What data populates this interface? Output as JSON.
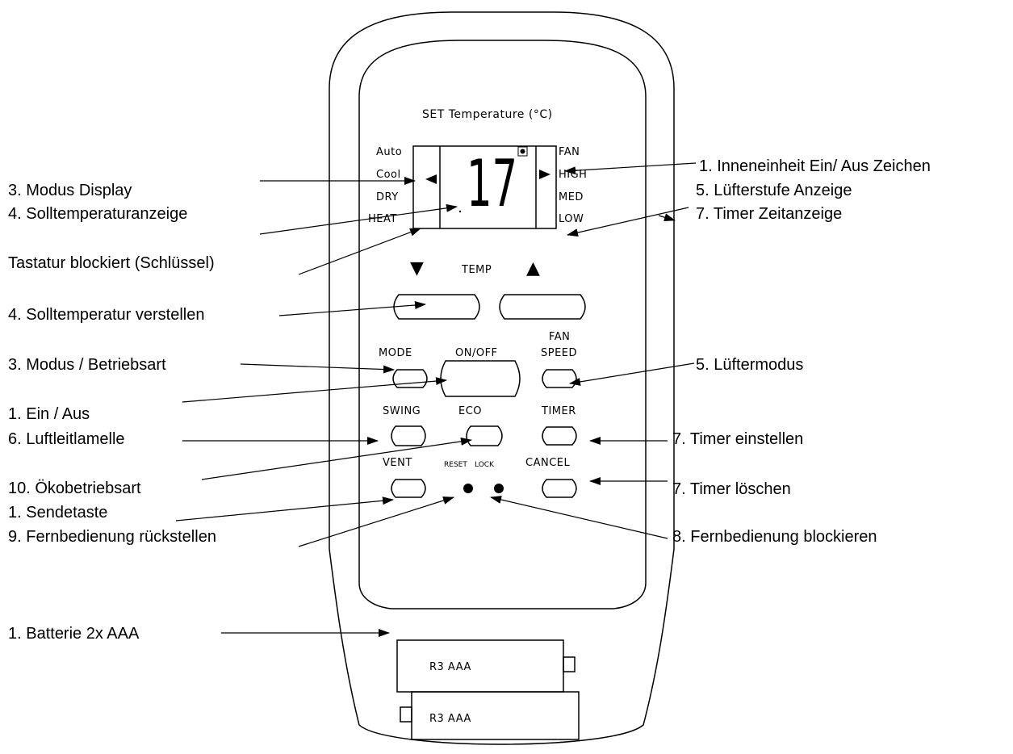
{
  "remote": {
    "display_header": "SET Temperature (°C)",
    "modes": [
      "Auto",
      "Cool",
      "DRY",
      "HEAT"
    ],
    "fan_levels": [
      "FAN",
      "HIGH",
      "MED",
      "LOW"
    ],
    "set_temperature": "17",
    "temp_label": "TEMP",
    "temp_down_glyph": "▼",
    "temp_up_glyph": "▲",
    "buttons": {
      "mode": "MODE",
      "onoff": "ON/OFF",
      "fan_speed_line1": "FAN",
      "fan_speed_line2": "SPEED",
      "swing": "SWING",
      "eco": "ECO",
      "timer": "TIMER",
      "vent": "VENT",
      "reset": "RESET",
      "lock": "LOCK",
      "cancel": "CANCEL"
    },
    "battery_1": "R3 AAA",
    "battery_2": "R3 AAA"
  },
  "annotations": {
    "modus_display": "3. Modus Display",
    "solltemperaturanzeige": "4. Solltemperaturanzeige",
    "tastatur_blockiert": "Tastatur blockiert (Schlüssel)",
    "solltemperatur_verstellen": "4. Solltemperatur verstellen",
    "modus_betriebsart": "3. Modus / Betriebsart",
    "ein_aus": "1. Ein / Aus",
    "luftleitlamelle": "6. Luftleitlamelle",
    "oekobetriebsart": "10. Ökobetriebsart",
    "sendetaste": "1. Sendetaste",
    "fernbedienung_rueckstellen": "9. Fernbedienung rückstellen",
    "batterie": "1. Batterie 2x AAA",
    "inneneinheit": "1. Inneneinheit Ein/ Aus Zeichen",
    "luefterstufe_anzeige": "5. Lüfterstufe Anzeige",
    "timer_zeitanzeige": "7. Timer Zeitanzeige",
    "lueftermodus": "5. Lüftermodus",
    "timer_einstellen": "7. Timer einstellen",
    "timer_loeschen": "7. Timer löschen",
    "fernbedienung_blockieren": "8. Fernbedienung blockieren"
  }
}
